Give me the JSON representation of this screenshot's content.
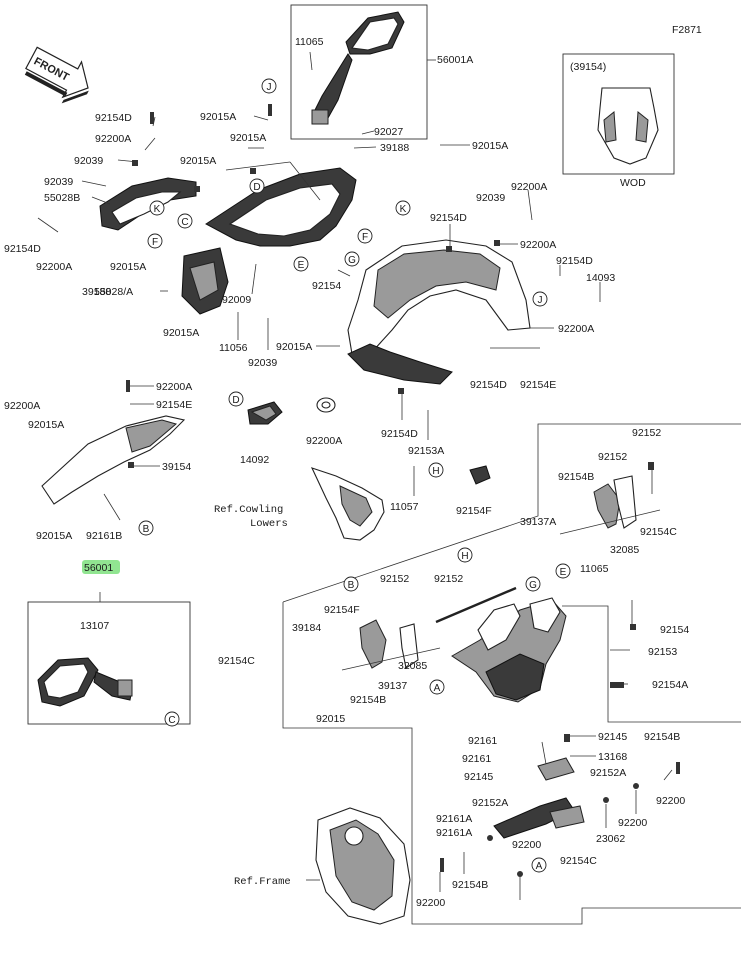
{
  "figure_code": "F2871",
  "front_label": "FRONT",
  "inset": {
    "title": "(39154)",
    "caption": "WOD"
  },
  "highlight_label": "56001",
  "labels": [
    {
      "id": "l1",
      "text": "11065"
    },
    {
      "id": "l2",
      "text": "56001A"
    },
    {
      "id": "l3",
      "text": "92154D"
    },
    {
      "id": "l4",
      "text": "92200A"
    },
    {
      "id": "l5",
      "text": "92039"
    },
    {
      "id": "l6",
      "text": "92039"
    },
    {
      "id": "l7",
      "text": "55028B"
    },
    {
      "id": "l8",
      "text": "92154D"
    },
    {
      "id": "l9",
      "text": "92200A"
    },
    {
      "id": "l10",
      "text": "92015A"
    },
    {
      "id": "l11",
      "text": "92015A"
    },
    {
      "id": "l12",
      "text": "92015A"
    },
    {
      "id": "l13",
      "text": "92015A"
    },
    {
      "id": "l14",
      "text": "39188"
    },
    {
      "id": "l15",
      "text": "55028/A"
    },
    {
      "id": "l16",
      "text": "92015A"
    },
    {
      "id": "l17",
      "text": "92009"
    },
    {
      "id": "l18",
      "text": "11056"
    },
    {
      "id": "l19",
      "text": "92039"
    },
    {
      "id": "l20",
      "text": "92015A"
    },
    {
      "id": "l21",
      "text": "92154"
    },
    {
      "id": "l22",
      "text": "92027"
    },
    {
      "id": "l23",
      "text": "39188"
    },
    {
      "id": "l24",
      "text": "92015A"
    },
    {
      "id": "l25",
      "text": "92154D"
    },
    {
      "id": "l26",
      "text": "92200A"
    },
    {
      "id": "l27",
      "text": "92039"
    },
    {
      "id": "l28",
      "text": "92200A"
    },
    {
      "id": "l29",
      "text": "92154D"
    },
    {
      "id": "l30",
      "text": "14093"
    },
    {
      "id": "l31",
      "text": "92200A"
    },
    {
      "id": "l32",
      "text": "92154D"
    },
    {
      "id": "l33",
      "text": "92154E"
    },
    {
      "id": "l34",
      "text": "92200A"
    },
    {
      "id": "l35",
      "text": "92154E"
    },
    {
      "id": "l36",
      "text": "92200A"
    },
    {
      "id": "l37",
      "text": "92015A"
    },
    {
      "id": "l38",
      "text": "39154"
    },
    {
      "id": "l39",
      "text": "92015A"
    },
    {
      "id": "l40",
      "text": "92161B"
    },
    {
      "id": "l41",
      "text": "14092"
    },
    {
      "id": "l42",
      "text": "92200A"
    },
    {
      "id": "l43",
      "text": "92154D"
    },
    {
      "id": "l44",
      "text": "92153A"
    },
    {
      "id": "l45",
      "text": "11057"
    },
    {
      "id": "l46",
      "text": "92154F"
    },
    {
      "id": "l47",
      "text": "92152"
    },
    {
      "id": "l48",
      "text": "92152"
    },
    {
      "id": "l49",
      "text": "92154B"
    },
    {
      "id": "l50",
      "text": "92154C"
    },
    {
      "id": "l51",
      "text": "39137A"
    },
    {
      "id": "l52",
      "text": "32085"
    },
    {
      "id": "l53",
      "text": "11065"
    },
    {
      "id": "l54",
      "text": "13107"
    },
    {
      "id": "l55",
      "text": "92152"
    },
    {
      "id": "l56",
      "text": "92152"
    },
    {
      "id": "l57",
      "text": "92154F"
    },
    {
      "id": "l58",
      "text": "39184"
    },
    {
      "id": "l59",
      "text": "92154C"
    },
    {
      "id": "l60",
      "text": "32085"
    },
    {
      "id": "l61",
      "text": "39137"
    },
    {
      "id": "l62",
      "text": "92154B"
    },
    {
      "id": "l63",
      "text": "92015"
    },
    {
      "id": "l64",
      "text": "92154"
    },
    {
      "id": "l65",
      "text": "92153"
    },
    {
      "id": "l66",
      "text": "92154A"
    },
    {
      "id": "l67",
      "text": "92161"
    },
    {
      "id": "l68",
      "text": "92161"
    },
    {
      "id": "l69",
      "text": "92145"
    },
    {
      "id": "l70",
      "text": "92145"
    },
    {
      "id": "l71",
      "text": "13168"
    },
    {
      "id": "l72",
      "text": "92152A"
    },
    {
      "id": "l73",
      "text": "92154B"
    },
    {
      "id": "l74",
      "text": "92200"
    },
    {
      "id": "l75",
      "text": "92152A"
    },
    {
      "id": "l76",
      "text": "92161A"
    },
    {
      "id": "l77",
      "text": "92200"
    },
    {
      "id": "l78",
      "text": "23062"
    },
    {
      "id": "l79",
      "text": "92200"
    },
    {
      "id": "l80",
      "text": "92154C"
    },
    {
      "id": "l81",
      "text": "92161A"
    },
    {
      "id": "l82",
      "text": "92154B"
    },
    {
      "id": "l83",
      "text": "92200"
    }
  ],
  "references": {
    "cowling_lowers_line1": "Ref.Cowling",
    "cowling_lowers_line2": "Lowers",
    "frame": "Ref.Frame"
  },
  "callouts": [
    {
      "id": "c1",
      "letter": "J"
    },
    {
      "id": "c2",
      "letter": "D"
    },
    {
      "id": "c3",
      "letter": "K"
    },
    {
      "id": "c4",
      "letter": "F"
    },
    {
      "id": "c5",
      "letter": "C"
    },
    {
      "id": "c6",
      "letter": "E"
    },
    {
      "id": "c7",
      "letter": "G"
    },
    {
      "id": "c8",
      "letter": "K"
    },
    {
      "id": "c9",
      "letter": "F"
    },
    {
      "id": "c10",
      "letter": "J"
    },
    {
      "id": "c11",
      "letter": "D"
    },
    {
      "id": "c12",
      "letter": "B"
    },
    {
      "id": "c13",
      "letter": "H"
    },
    {
      "id": "c14",
      "letter": "C"
    },
    {
      "id": "c15",
      "letter": "H"
    },
    {
      "id": "c16",
      "letter": "B"
    },
    {
      "id": "c17",
      "letter": "G"
    },
    {
      "id": "c18",
      "letter": "E"
    },
    {
      "id": "c19",
      "letter": "A"
    },
    {
      "id": "c20",
      "letter": "A"
    }
  ]
}
